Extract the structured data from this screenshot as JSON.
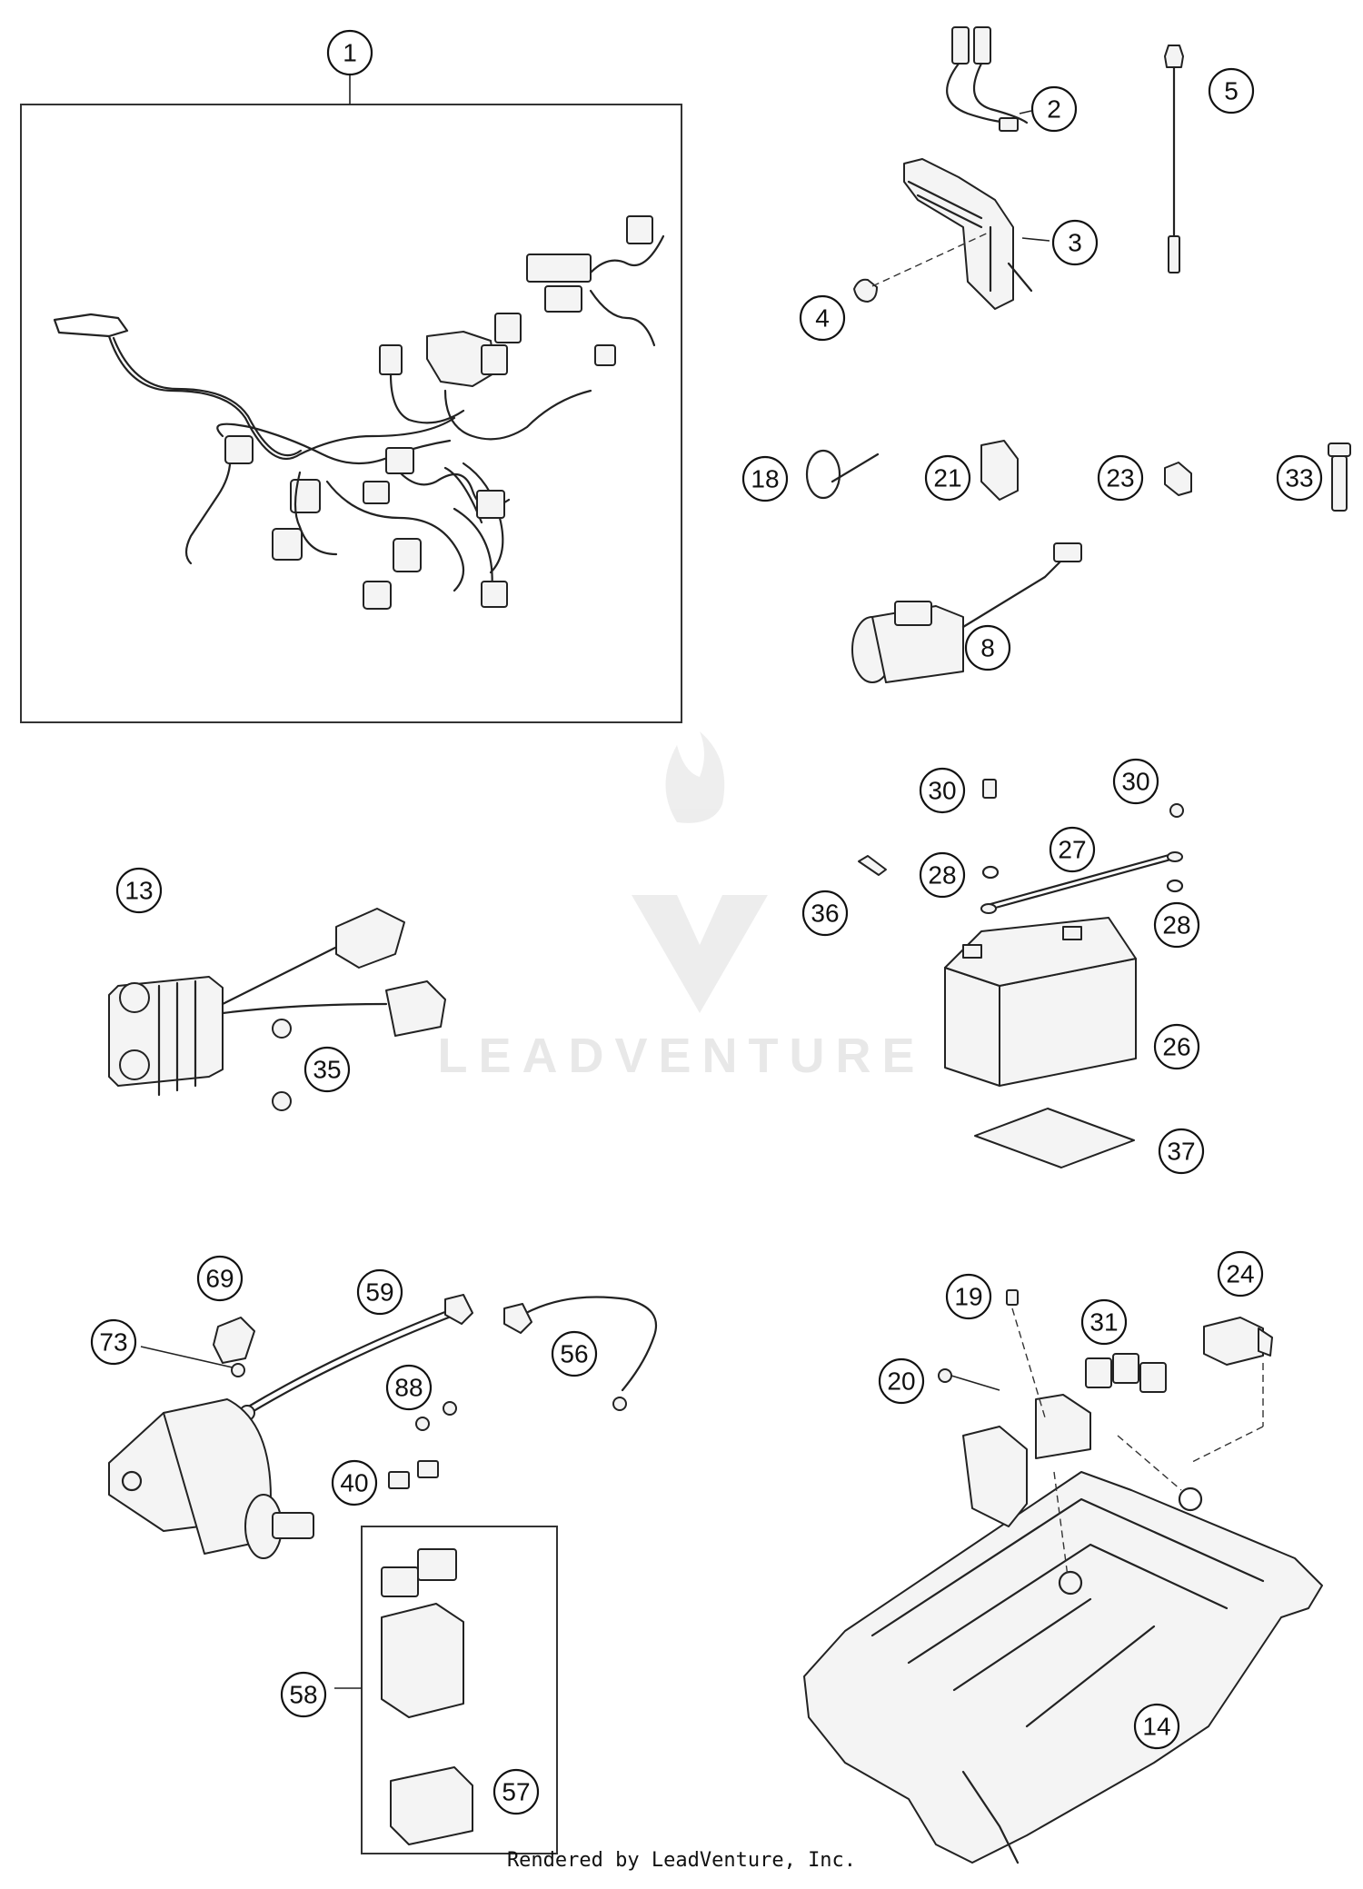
{
  "diagram": {
    "callouts": [
      {
        "id": "callout-1",
        "label": "1"
      },
      {
        "id": "callout-2",
        "label": "2"
      },
      {
        "id": "callout-3",
        "label": "3"
      },
      {
        "id": "callout-4",
        "label": "4"
      },
      {
        "id": "callout-5",
        "label": "5"
      },
      {
        "id": "callout-8",
        "label": "8"
      },
      {
        "id": "callout-13",
        "label": "13"
      },
      {
        "id": "callout-14",
        "label": "14"
      },
      {
        "id": "callout-18",
        "label": "18"
      },
      {
        "id": "callout-19",
        "label": "19"
      },
      {
        "id": "callout-20",
        "label": "20"
      },
      {
        "id": "callout-21",
        "label": "21"
      },
      {
        "id": "callout-23",
        "label": "23"
      },
      {
        "id": "callout-24",
        "label": "24"
      },
      {
        "id": "callout-26",
        "label": "26"
      },
      {
        "id": "callout-27",
        "label": "27"
      },
      {
        "id": "callout-28a",
        "label": "28"
      },
      {
        "id": "callout-28b",
        "label": "28"
      },
      {
        "id": "callout-30a",
        "label": "30"
      },
      {
        "id": "callout-30b",
        "label": "30"
      },
      {
        "id": "callout-31",
        "label": "31"
      },
      {
        "id": "callout-33",
        "label": "33"
      },
      {
        "id": "callout-35",
        "label": "35"
      },
      {
        "id": "callout-36",
        "label": "36"
      },
      {
        "id": "callout-37",
        "label": "37"
      },
      {
        "id": "callout-40",
        "label": "40"
      },
      {
        "id": "callout-56",
        "label": "56"
      },
      {
        "id": "callout-57",
        "label": "57"
      },
      {
        "id": "callout-58",
        "label": "58"
      },
      {
        "id": "callout-59",
        "label": "59"
      },
      {
        "id": "callout-69",
        "label": "69"
      },
      {
        "id": "callout-73",
        "label": "73"
      },
      {
        "id": "callout-88",
        "label": "88"
      }
    ]
  },
  "watermark": "LEADVENTURE",
  "footer": "Rendered by LeadVenture, Inc."
}
